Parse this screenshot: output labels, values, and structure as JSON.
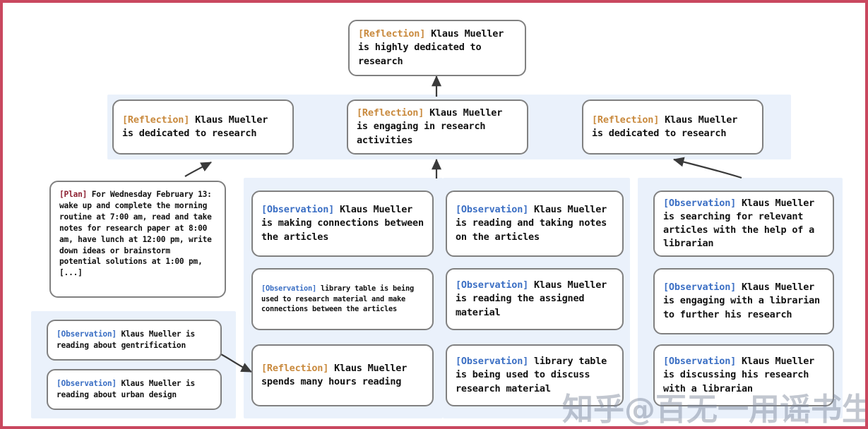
{
  "figure": {
    "title": "Memory stream reflection tree for Klaus Mueller",
    "border_color": "#c9485f",
    "panel_color": "#eaf1fb",
    "node_border_color": "#808080",
    "tag_colors": {
      "reflection": "#c98a3e",
      "observation": "#3b6fc4",
      "plan": "#8e2233"
    }
  },
  "root": {
    "tag": "[Reflection]",
    "text": " Klaus Mueller is highly dedicated to research"
  },
  "reflections": [
    {
      "tag": "[Reflection]",
      "text": " Klaus Mueller is dedicated to research"
    },
    {
      "tag": "[Reflection]",
      "text": " Klaus Mueller is engaging in research activities"
    },
    {
      "tag": "[Reflection]",
      "text": " Klaus Mueller is dedicated to research"
    }
  ],
  "plan": {
    "tag": "[Plan]",
    "text": " For Wednesday February 13: wake up and complete the morning routine at 7:00 am, read and take notes for research paper at 8:00 am, have lunch at 12:00 pm, write down ideas or brainstorm potential solutions at 1:00 pm, [...]"
  },
  "group_a": [
    {
      "tag": "[Observation]",
      "text": " Klaus Mueller is reading about gentrification"
    },
    {
      "tag": "[Observation]",
      "text": " Klaus Mueller is reading about urban design"
    }
  ],
  "group_b": [
    {
      "tag": "[Observation]",
      "text": " Klaus Mueller is making connections between the articles"
    },
    {
      "tag": "[Observation]",
      "text": " library table is being used to research material and make connections between the articles"
    },
    {
      "tag": "[Reflection]",
      "text": " Klaus Mueller spends many hours reading"
    }
  ],
  "group_c": [
    {
      "tag": "[Observation]",
      "text": " Klaus Mueller is reading and taking notes on the articles"
    },
    {
      "tag": "[Observation]",
      "text": " Klaus Mueller is reading the assigned material"
    },
    {
      "tag": "[Observation]",
      "text": " library table is being used to discuss research material"
    }
  ],
  "group_d": [
    {
      "tag": "[Observation]",
      "text": " Klaus Mueller is searching for relevant articles with the help of a librarian"
    },
    {
      "tag": "[Observation]",
      "text": " Klaus Mueller is engaging with a librarian to further his research"
    },
    {
      "tag": "[Observation]",
      "text": " Klaus Mueller is discussing his research with a librarian"
    }
  ],
  "watermark": {
    "site": "知乎",
    "handle": "@百无一用谣书生"
  }
}
